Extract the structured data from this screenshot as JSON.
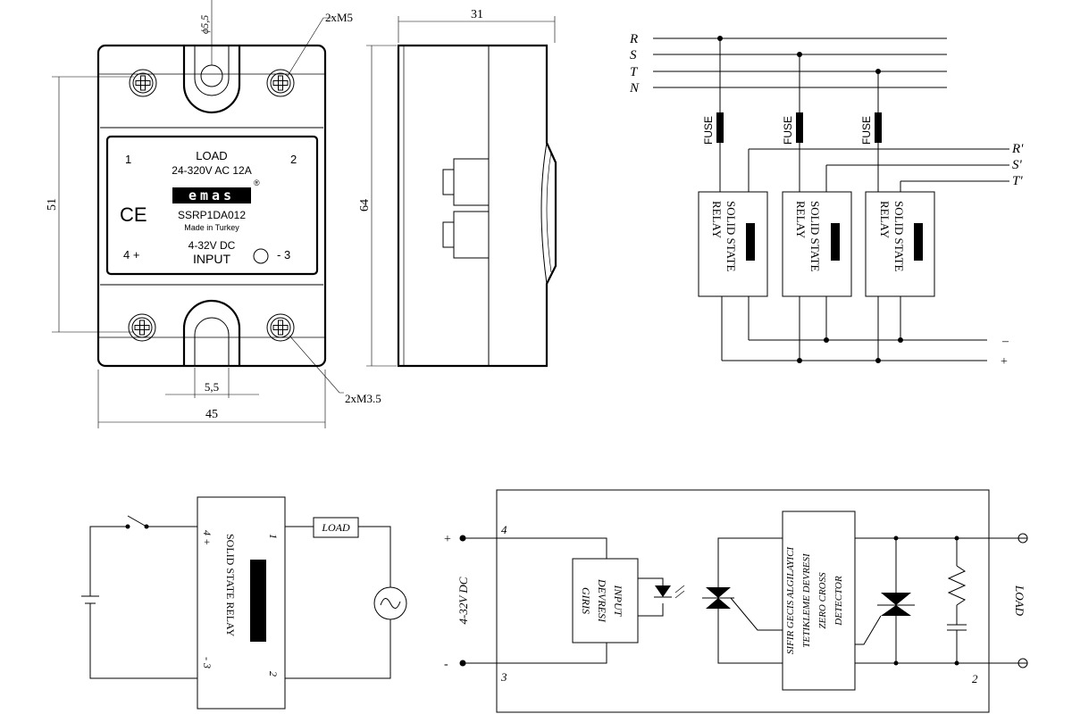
{
  "front_view": {
    "load_title": "LOAD",
    "load_rating": "24-320V AC   12A",
    "brand": "emas",
    "registered": "®",
    "ce_mark": "CE",
    "model": "SSRP1DA012",
    "made_in": "Made in Turkey",
    "input_range": "4-32V DC",
    "input_label": "INPUT",
    "terminal_1": "1",
    "terminal_2": "2",
    "terminal_4": "4 +",
    "terminal_3": "- 3"
  },
  "dimensions": {
    "hole_dia": "ϕ5,5",
    "screws_top": "2xM5",
    "screws_bottom": "2xM3.5",
    "slot_width": "5,5",
    "width": "45",
    "height_holes": "51",
    "depth": "31",
    "height": "64"
  },
  "three_phase": {
    "lines": [
      "R",
      "S",
      "T",
      "N"
    ],
    "outputs": [
      "R'",
      "S'",
      "T'"
    ],
    "fuse_label": "FUSE",
    "relay_line1": "SOLID STATE",
    "relay_line2": "RELAY",
    "minus": "–",
    "plus": "+"
  },
  "wiring": {
    "load_label": "LOAD",
    "relay_text": "SOLID STATE RELAY",
    "t4": "4 +",
    "t3": "- 3",
    "t1": "1",
    "t2": "2"
  },
  "internal": {
    "t4": "4",
    "t3": "3",
    "t2": "2",
    "plus": "+",
    "minus": "-",
    "dc_label": "4-32V DC",
    "input_block": [
      "GIRIS",
      "DEVRESI",
      "INPUT"
    ],
    "zc_block": [
      "SIFIR GECIS ALGILAYICI",
      "TETIKLEME DEVRESI",
      "ZERO CROSS",
      "DETECTOR"
    ],
    "load_label": "LOAD"
  }
}
